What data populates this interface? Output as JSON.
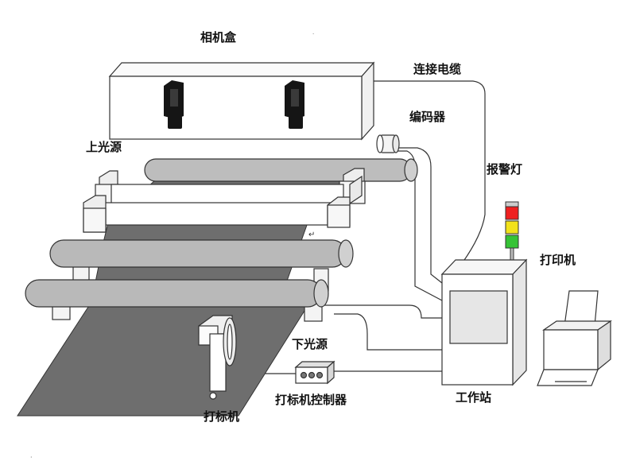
{
  "labels": {
    "camera_box": "相机盒",
    "cable": "连接电缆",
    "encoder": "编码器",
    "upper_light": "上光源",
    "alarm_light": "报警灯",
    "printer": "打印机",
    "lower_light": "下光源",
    "marker_controller": "打标机控制器",
    "workstation": "工作站",
    "marker": "打标机"
  },
  "colors": {
    "outline": "#333333",
    "web": "#6e6e6e",
    "roller": "#b9b9b9",
    "panel": "#ffffff",
    "screen": "#e6e6e6",
    "lamp_red": "#ef2020",
    "lamp_yellow": "#f2e21a",
    "lamp_green": "#35c335",
    "camera": "#151515"
  },
  "icons": {
    "camera": "industrial-camera-icon",
    "lamp": "stack-light-icon",
    "printer": "printer-icon"
  }
}
